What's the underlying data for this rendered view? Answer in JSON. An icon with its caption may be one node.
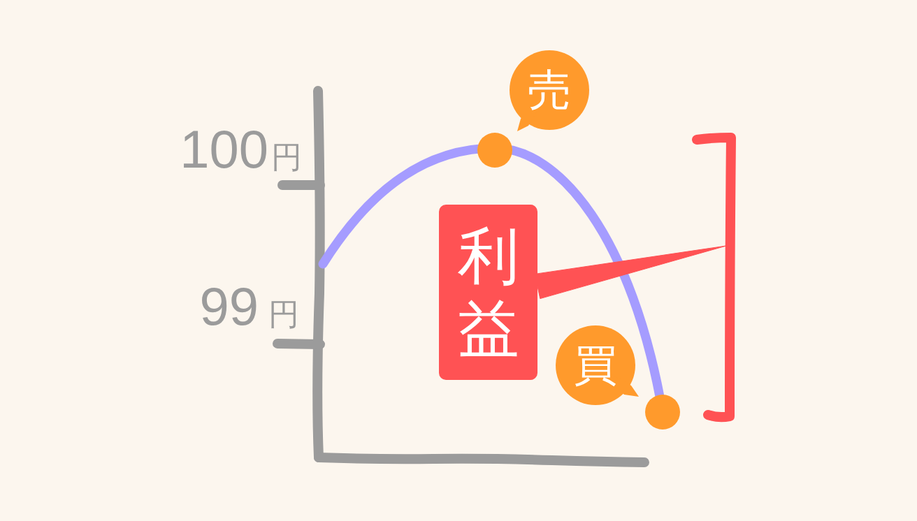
{
  "diagram": {
    "nodes": [
      {
        "text": [
          "売"
        ]
      },
      {
        "text": [
          "利益"
        ]
      },
      {
        "text": [
          "買"
        ]
      },
      {
        "text": [],
        "shape": "bracket"
      }
    ],
    "edges": [
      {
        "from": 1,
        "to": 3,
        "arrow": "none"
      }
    ],
    "labels": [
      "100円",
      "99円"
    ]
  }
}
